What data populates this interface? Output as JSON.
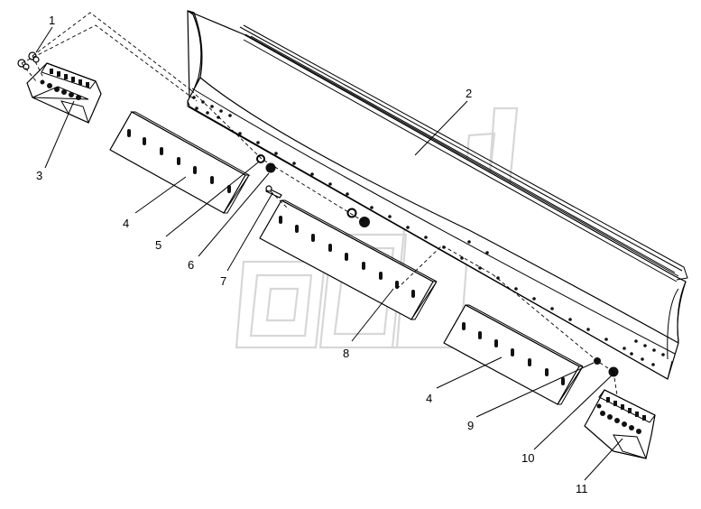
{
  "diagram": {
    "callouts": [
      "1",
      "2",
      "3",
      "4",
      "5",
      "6",
      "7",
      "8",
      "4",
      "9",
      "10",
      "11"
    ]
  }
}
